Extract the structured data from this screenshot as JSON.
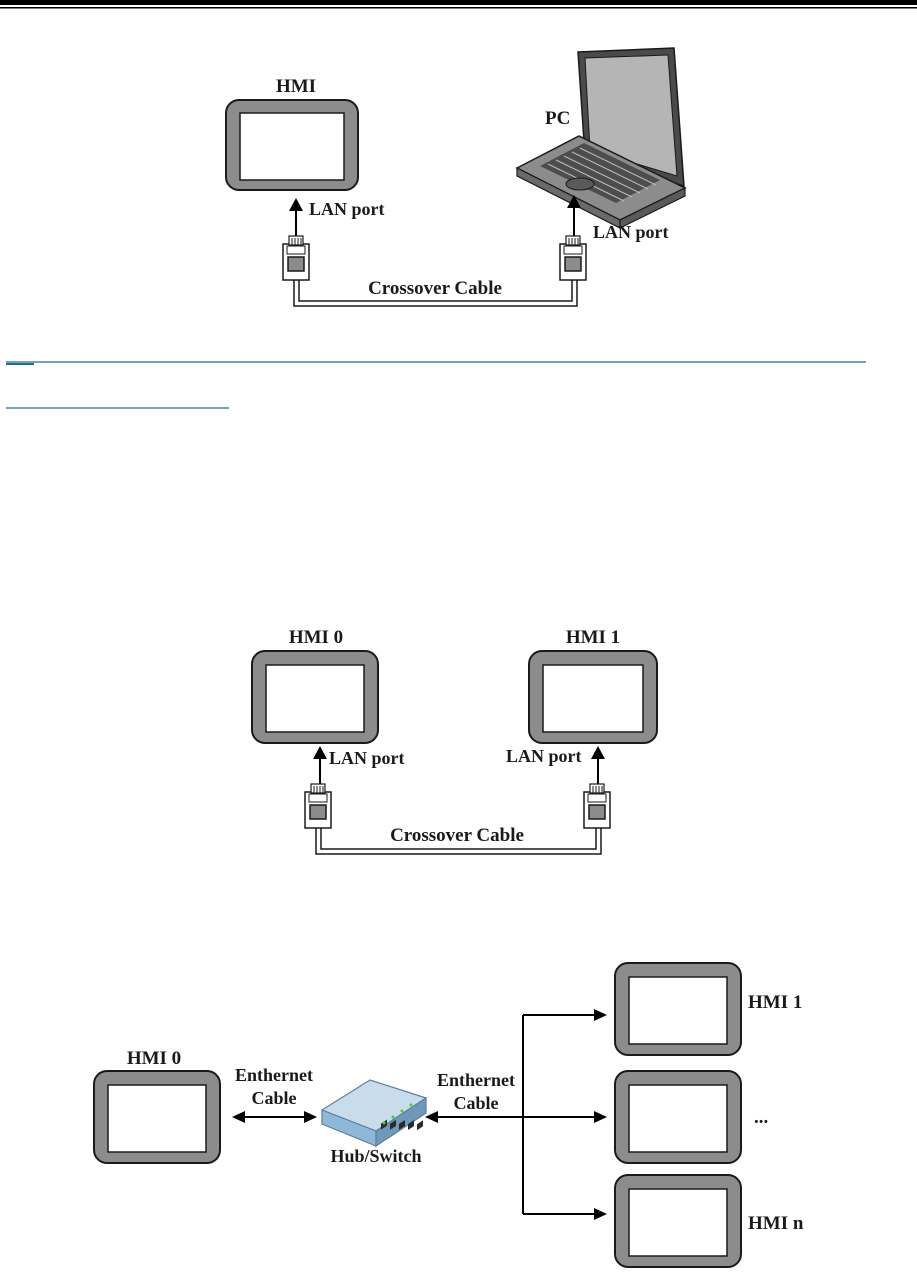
{
  "diagram1": {
    "hmi_label": "HMI",
    "pc_label": "PC",
    "hmi_port_label": "LAN port",
    "pc_port_label": "LAN port",
    "cable_label": "Crossover Cable"
  },
  "diagram2": {
    "hmi0_label": "HMI 0",
    "hmi1_label": "HMI 1",
    "hmi0_port_label": "LAN port",
    "hmi1_port_label": "LAN port",
    "cable_label": "Crossover Cable"
  },
  "diagram3": {
    "hmi0_label": "HMI 0",
    "cable_left_line1": "Enthernet",
    "cable_left_line2": "Cable",
    "cable_right_line1": "Enthernet",
    "cable_right_line2": "Cable",
    "hub_label": "Hub/Switch",
    "hmi1_label": "HMI 1",
    "hmi_mid_label": "...",
    "hmin_label": "HMI n"
  },
  "colors": {
    "screen_frame": "#8c8c8c",
    "link_rule": "#1f6f8b",
    "hub_body": "#8fb8d8"
  }
}
